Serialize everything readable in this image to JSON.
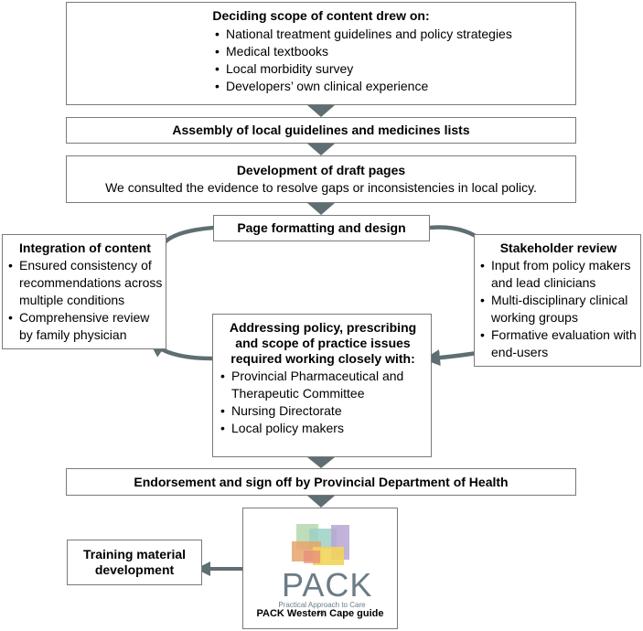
{
  "scope": {
    "title": "Deciding scope of content drew on:",
    "items": [
      "National treatment guidelines and policy strategies",
      "Medical textbooks",
      "Local morbidity survey",
      "Developers’ own clinical experience"
    ]
  },
  "assembly": {
    "title": "Assembly of local guidelines and medicines lists"
  },
  "draft": {
    "title": "Development of draft pages",
    "text": "We consulted the evidence to resolve gaps or inconsistencies in local policy."
  },
  "formatting": {
    "title": "Page formatting and design"
  },
  "integration": {
    "title": "Integration of content",
    "items": [
      "Ensured consistency of recommendations across multiple conditions",
      "Comprehensive review by family physician"
    ]
  },
  "stakeholder": {
    "title": "Stakeholder review",
    "items": [
      "Input from policy makers and lead clinicians",
      "Multi-disciplinary clinical working groups",
      "Formative evaluation with end-users"
    ]
  },
  "policy": {
    "title": "Addressing policy, prescribing and scope of practice issues required working closely with:",
    "items": [
      "Provincial Pharmaceutical and Therapeutic Committee",
      "Nursing Directorate",
      "Local policy makers"
    ]
  },
  "endorsement": {
    "title": "Endorsement and sign off by Provincial Department of Health"
  },
  "training": {
    "title": "Training material development"
  },
  "guide": {
    "logo_word": "PACK",
    "logo_subtitle": "Practical Approach to Care Kit",
    "caption": "PACK Western Cape guide"
  },
  "colors": {
    "border": "#7a7a7a",
    "arrow": "#5f6e72"
  }
}
